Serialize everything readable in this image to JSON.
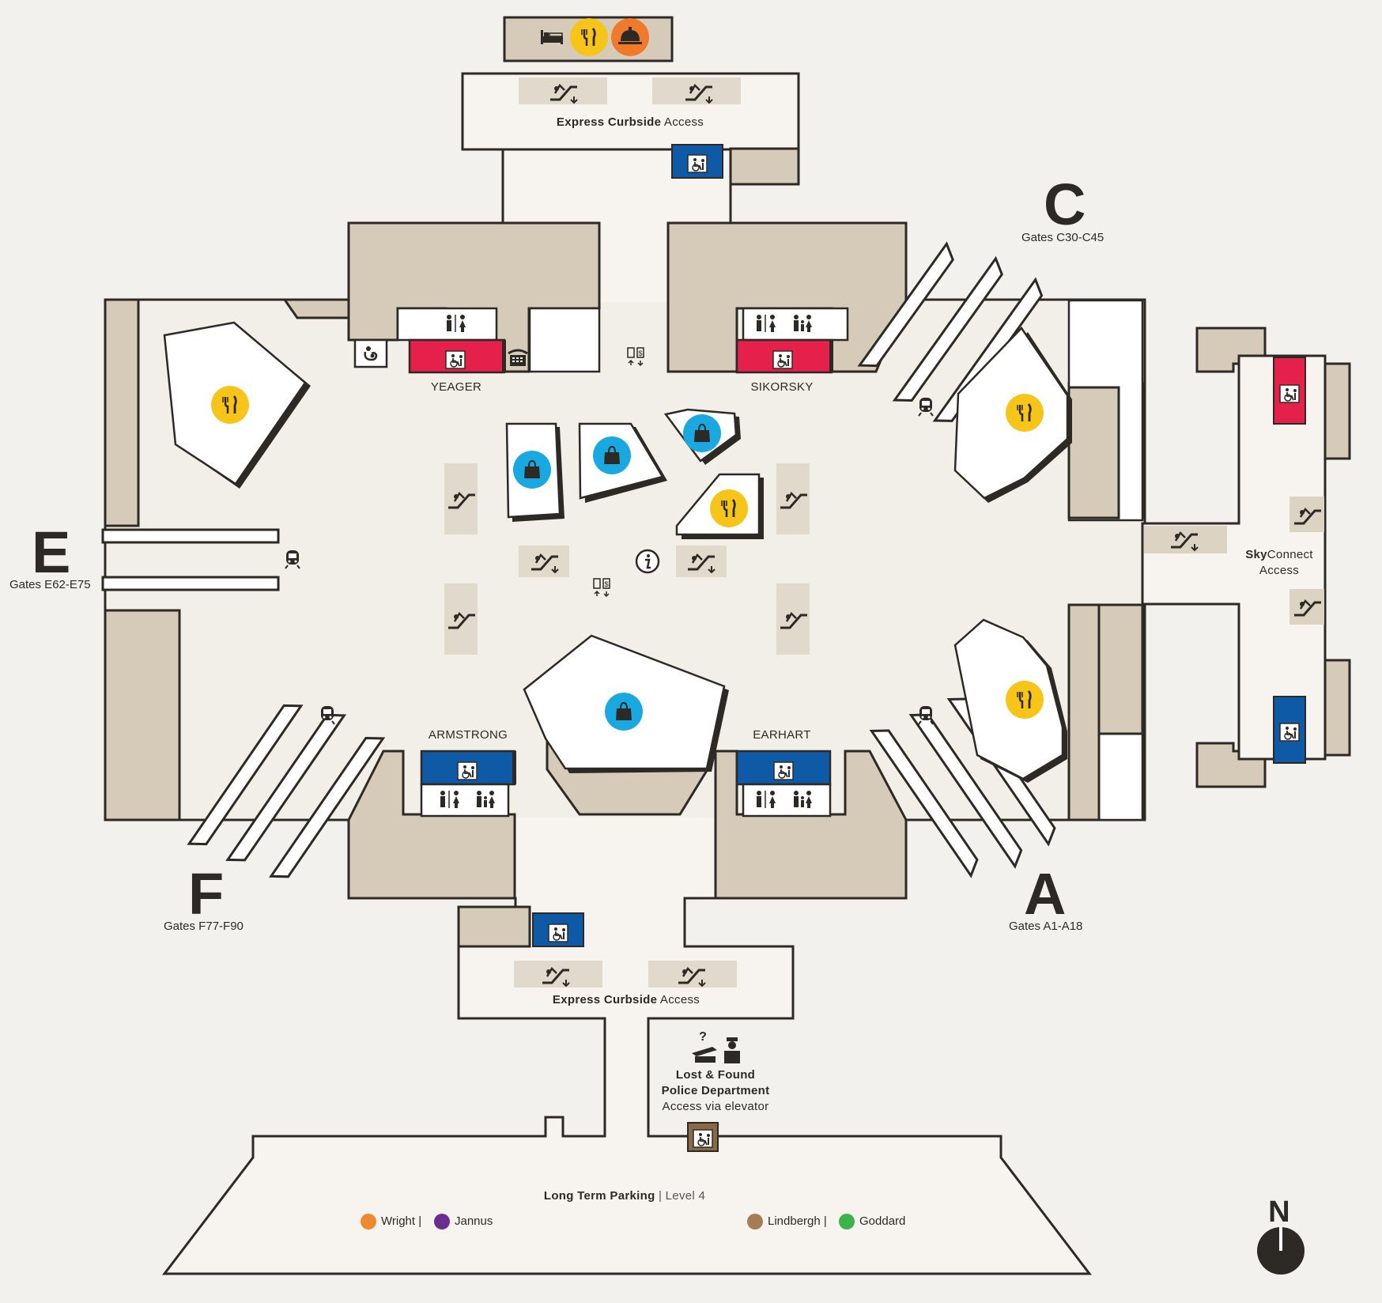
{
  "gates": [
    {
      "letter": "C",
      "range": "Gates C30-C45"
    },
    {
      "letter": "E",
      "range": "Gates E62-E75"
    },
    {
      "letter": "F",
      "range": "Gates F77-F90"
    },
    {
      "letter": "A",
      "range": "Gates A1-A18"
    }
  ],
  "restrooms": {
    "north_west": "YEAGER",
    "north_east": "SIKORSKY",
    "south_west": "ARMSTRONG",
    "south_east": "EARHART"
  },
  "express_curbside": {
    "bold": "Express Curbside",
    "rest": " Access"
  },
  "skyconnect": {
    "bold": "Sky",
    "rest": "Connect",
    "line2": "Access"
  },
  "lost_found": {
    "line1": "Lost & Found",
    "line2": "Police Department",
    "line3": "Access via elevator"
  },
  "parking": {
    "bold": "Long Term Parking",
    "rest": " | Level 4"
  },
  "garages": [
    {
      "name": "Wright |",
      "color": "#ee8a2e"
    },
    {
      "name": "Jannus",
      "color": "#6a2f8e"
    },
    {
      "name": "Lindbergh |",
      "color": "#a67c52"
    },
    {
      "name": "Goddard",
      "color": "#3cb34a"
    }
  ],
  "compass": "N",
  "colors": {
    "dining": "#f7c51a",
    "shopping": "#19a9e0",
    "red_elevator": "#e4204b",
    "blue_elevator": "#0e5aa7",
    "orange_service": "#ee7a2a",
    "brown_elevator": "#8a6a45"
  }
}
